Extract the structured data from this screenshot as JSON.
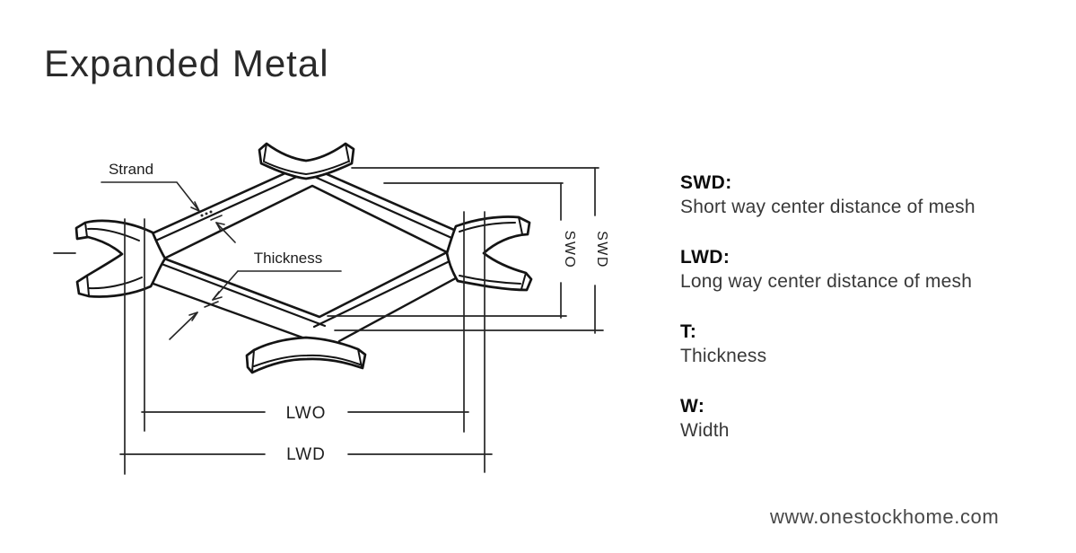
{
  "window": {
    "title": "Expanded Metal",
    "footer_url": "www.onestockhome.com"
  },
  "colors": {
    "background": "#ffffff",
    "ink": "#161616",
    "dimension_line": "#262626",
    "heading_text": "#2a2a2a",
    "term_text": "#0c0c0c",
    "definition_text": "#383838",
    "footer_text": "#474747"
  },
  "diagram": {
    "labels": {
      "strand": "Strand",
      "thickness": "Thickness",
      "swo": "SWO",
      "swd": "SWD",
      "lwo": "LWO",
      "lwd": "LWD"
    }
  },
  "glossary": {
    "items": [
      {
        "term": "SWD:",
        "definition": "Short way center distance of mesh"
      },
      {
        "term": "LWD:",
        "definition": "Long way center distance of mesh"
      },
      {
        "term": "T:",
        "definition": "Thickness"
      },
      {
        "term": "W:",
        "definition": "Width"
      }
    ]
  }
}
